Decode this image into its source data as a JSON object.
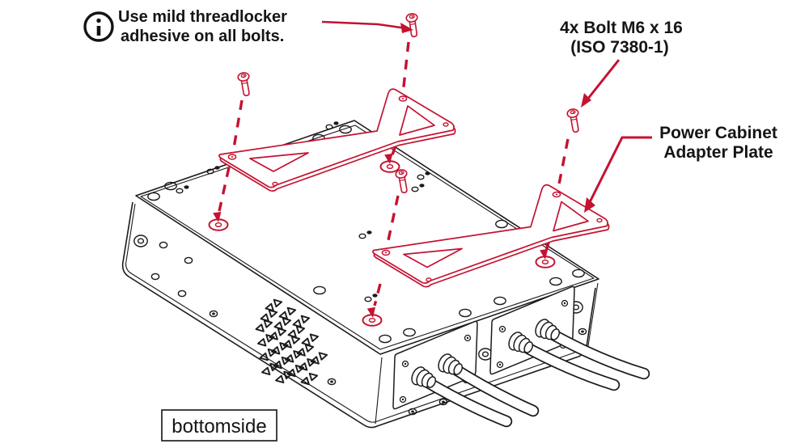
{
  "annotations": {
    "threadlocker_note": {
      "icon": "info-icon",
      "line1": "Use mild threadlocker",
      "line2": "adhesive on all bolts."
    },
    "bolt_spec": {
      "line1": "4x Bolt M6 x 16",
      "line2": "(ISO 7380-1)"
    },
    "plate_label": {
      "line1": "Power Cabinet",
      "line2": "Adapter Plate"
    },
    "view_label": "bottomside"
  },
  "colors": {
    "annotation_red": "#C41230",
    "line_black": "#1B1B1B",
    "background": "#FFFFFF"
  }
}
